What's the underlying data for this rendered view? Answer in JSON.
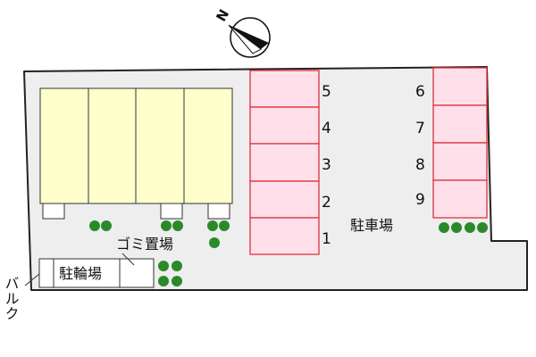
{
  "map": {
    "compass": {
      "icon": "north-arrow-icon",
      "label": "N"
    },
    "colors": {
      "ground": "#eeeeee",
      "boundary": "#222222",
      "building": "#ffffcc",
      "parking_fill": "#ffe0ea",
      "parking_stroke": "#e0303c",
      "tree": "#2a8a2a"
    },
    "parking_area_label": "駐車場",
    "parking_left": [
      "5",
      "4",
      "3",
      "2",
      "1"
    ],
    "parking_right": [
      "6",
      "7",
      "8",
      "9"
    ],
    "building_units": 4,
    "garbage_label": "ゴミ置場",
    "bicycle_label": "駐輪場",
    "balcony_label": "バルク"
  }
}
